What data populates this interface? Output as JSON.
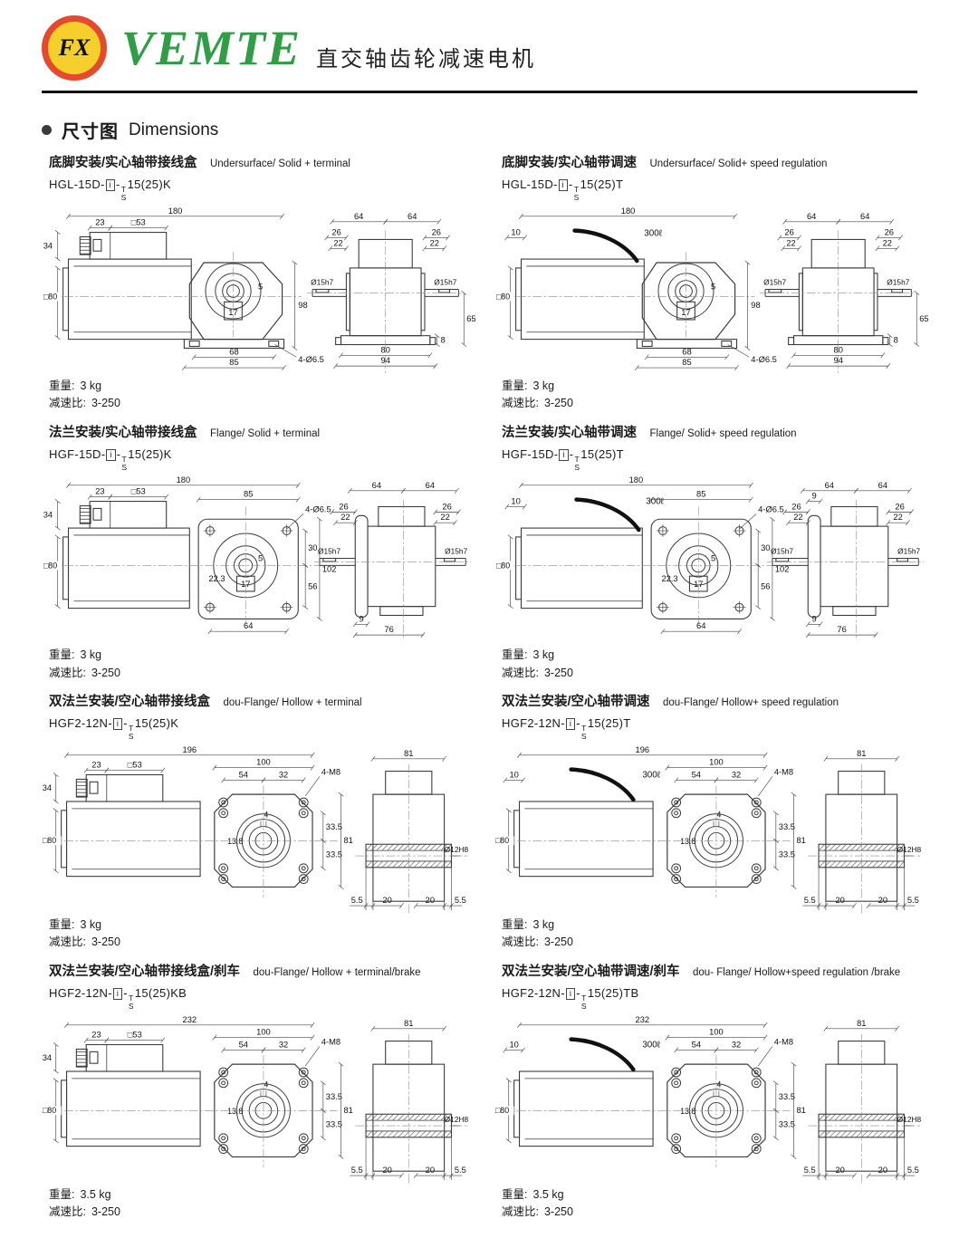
{
  "header": {
    "brand": "VEMTE",
    "subtitle": "直交轴齿轮减速电机",
    "logo_text": "FX"
  },
  "page_title": {
    "zh": "尺寸图",
    "en": "Dimensions"
  },
  "labels": {
    "weight": "重量:",
    "ratio": "减速比:"
  },
  "sections": [
    {
      "title_zh": "底脚安装/实心轴带接线盒",
      "title_en": "Undersurface/ Solid + terminal",
      "model": {
        "prefix": "HGL-15D-",
        "box": "i",
        "dash": "-",
        "top": "T",
        "bottom": "S",
        "suffix": "15(25)K"
      },
      "weight": "3 kg",
      "ratio": "3-250",
      "drawing": {
        "front": {
          "type": "foot",
          "variant": "terminal",
          "labels": {
            "total": "180",
            "conn_w": "23",
            "box_w": "□53",
            "box_h": "34",
            "motor": "□80",
            "off5": "5",
            "height": "98",
            "bore": "17",
            "bolt": "68",
            "foot": "85",
            "holes": "4-Ø6.5"
          }
        },
        "side": {
          "type": "foot",
          "labels": {
            "l64a": "64",
            "l64b": "64",
            "l26": "26",
            "l22": "22",
            "r26": "26",
            "r22": "22",
            "shl": "Ø15h7",
            "shr": "Ø15h7",
            "v65": "65",
            "base": "8",
            "b80": "80",
            "b94": "94"
          }
        }
      }
    },
    {
      "title_zh": "底脚安装/实心轴带调速",
      "title_en": "Undersurface/ Solid+ speed regulation",
      "model": {
        "prefix": "HGL-15D-",
        "box": "i",
        "dash": "-",
        "top": "T",
        "bottom": "S",
        "suffix": "15(25)T"
      },
      "weight": "3 kg",
      "ratio": "3-250",
      "drawing": {
        "front": {
          "type": "foot",
          "variant": "cable",
          "labels": {
            "total": "180",
            "cab_off": "10",
            "cable": "300ℓ",
            "motor": "□80",
            "off5": "5",
            "height": "98",
            "bore": "17",
            "bolt": "68",
            "foot": "85",
            "holes": "4-Ø6.5"
          }
        },
        "side": {
          "type": "foot",
          "labels": {
            "l64a": "64",
            "l64b": "64",
            "l26": "26",
            "l22": "22",
            "r26": "26",
            "r22": "22",
            "shl": "Ø15h7",
            "shr": "Ø15h7",
            "v65": "65",
            "base": "8",
            "b80": "80",
            "b94": "94"
          }
        }
      }
    },
    {
      "title_zh": "法兰安装/实心轴带接线盒",
      "title_en": "Flange/ Solid + terminal",
      "model": {
        "prefix": "HGF-15D-",
        "box": "i",
        "dash": "-",
        "top": "T",
        "bottom": "S",
        "suffix": "15(25)K"
      },
      "weight": "3 kg",
      "ratio": "3-250",
      "drawing": {
        "front": {
          "type": "flange",
          "variant": "terminal",
          "labels": {
            "total": "180",
            "conn_w": "23",
            "box_w": "□53",
            "box_h": "34",
            "fl_w": "85",
            "holes": "4-Ø6.5",
            "v30": "30",
            "off5": "5",
            "off223": "22.3",
            "motor": "□80",
            "height": "102",
            "v56": "56",
            "bore": "17",
            "bolt": "64"
          }
        },
        "side": {
          "type": "flange",
          "labels": {
            "l64a": "64",
            "l64b": "64",
            "l26": "26",
            "l22": "22",
            "r26": "26",
            "r22": "22",
            "shl": "Ø15h7",
            "shr": "Ø15h7",
            "b9": "9",
            "b76": "76"
          }
        }
      }
    },
    {
      "title_zh": "法兰安装/实心轴带调速",
      "title_en": "Flange/ Solid+ speed regulation",
      "model": {
        "prefix": "HGF-15D-",
        "box": "i",
        "dash": "-",
        "top": "T",
        "bottom": "S",
        "suffix": "15(25)T"
      },
      "weight": "3 kg",
      "ratio": "3-250",
      "drawing": {
        "front": {
          "type": "flange",
          "variant": "cable",
          "labels": {
            "total": "180",
            "cab_off": "10",
            "cable": "300ℓ",
            "fl_w": "85",
            "holes": "4-Ø6.5",
            "v30": "30",
            "off5": "5",
            "off223": "22.3",
            "motor": "□80",
            "height": "102",
            "v56": "56",
            "bore": "17",
            "bolt": "64"
          }
        },
        "side": {
          "type": "flange",
          "labels": {
            "l64a": "64",
            "l64b": "64",
            "t9": "9",
            "l26": "26",
            "l22": "22",
            "r26": "26",
            "r22": "22",
            "shl": "Ø15h7",
            "shr": "Ø15h7",
            "b9": "9",
            "b76": "76"
          }
        }
      }
    },
    {
      "title_zh": "双法兰安装/空心轴带接线盒",
      "title_en": "dou-Flange/ Hollow + terminal",
      "model": {
        "prefix": "HGF2-12N-",
        "box": "i",
        "dash": "-",
        "top": "T",
        "bottom": "S",
        "suffix": "15(25)K"
      },
      "weight": "3 kg",
      "ratio": "3-250",
      "drawing": {
        "front": {
          "type": "dflange",
          "variant": "terminal",
          "labels": {
            "total": "196",
            "conn_w": "23",
            "box_w": "□53",
            "box_h": "34",
            "fl_w": "100",
            "d54": "54",
            "d32": "32",
            "holes": "4-M8",
            "key4": "4",
            "bore138": "13.8",
            "v335a": "33.5",
            "v335b": "33.5",
            "v81": "81",
            "motor": "□80"
          }
        },
        "side": {
          "type": "dflange",
          "labels": {
            "t81": "81",
            "bore": "Ø12H8",
            "b55a": "5.5",
            "b20a": "20",
            "b20b": "20",
            "b55b": "5.5"
          }
        }
      }
    },
    {
      "title_zh": "双法兰安装/空心轴带调速",
      "title_en": "dou-Flange/ Hollow+ speed regulation",
      "model": {
        "prefix": "HGF2-12N-",
        "box": "i",
        "dash": "-",
        "top": "T",
        "bottom": "S",
        "suffix": "15(25)T"
      },
      "weight": "3 kg",
      "ratio": "3-250",
      "drawing": {
        "front": {
          "type": "dflange",
          "variant": "cable",
          "labels": {
            "total": "196",
            "cab_off": "10",
            "cable": "300ℓ",
            "fl_w": "100",
            "d54": "54",
            "d32": "32",
            "holes": "4-M8",
            "key4": "4",
            "bore138": "13.8",
            "v335a": "33.5",
            "v335b": "33.5",
            "v81": "81",
            "motor": "□80"
          }
        },
        "side": {
          "type": "dflange",
          "labels": {
            "t81": "81",
            "bore": "Ø12H8",
            "b55a": "5.5",
            "b20a": "20",
            "b20b": "20",
            "b55b": "5.5"
          }
        }
      }
    },
    {
      "title_zh": "双法兰安装/空心轴带接线盒/刹车",
      "title_en": "dou-Flange/ Hollow + terminal/brake",
      "model": {
        "prefix": "HGF2-12N-",
        "box": "i",
        "dash": "-",
        "top": "T",
        "bottom": "S",
        "suffix": "15(25)KB"
      },
      "weight": "3.5 kg",
      "ratio": "3-250",
      "drawing": {
        "front": {
          "type": "dflange",
          "variant": "terminal",
          "labels": {
            "total": "232",
            "conn_w": "23",
            "box_w": "□53",
            "box_h": "34",
            "fl_w": "100",
            "d54": "54",
            "d32": "32",
            "holes": "4-M8",
            "key4": "4",
            "bore138": "13.8",
            "v335a": "33.5",
            "v335b": "33.5",
            "v81": "81",
            "motor": "□80"
          }
        },
        "side": {
          "type": "dflange",
          "labels": {
            "t81": "81",
            "bore": "Ø12H8",
            "b55a": "5.5",
            "b20a": "20",
            "b20b": "20",
            "b55b": "5.5"
          }
        }
      }
    },
    {
      "title_zh": "双法兰安装/空心轴带调速/刹车",
      "title_en": "dou- Flange/ Hollow+speed regulation /brake",
      "model": {
        "prefix": "HGF2-12N-",
        "box": "i",
        "dash": "-",
        "top": "T",
        "bottom": "S",
        "suffix": "15(25)TB"
      },
      "weight": "3.5 kg",
      "ratio": "3-250",
      "drawing": {
        "front": {
          "type": "dflange",
          "variant": "cable",
          "labels": {
            "total": "232",
            "cab_off": "10",
            "cable": "300ℓ",
            "fl_w": "100",
            "d54": "54",
            "d32": "32",
            "holes": "4-M8",
            "key4": "4",
            "bore138": "13.8",
            "v335a": "33.5",
            "v335b": "33.5",
            "v81": "81",
            "motor": "□80"
          }
        },
        "side": {
          "type": "dflange",
          "labels": {
            "t81": "81",
            "bore": "Ø12H8",
            "b55a": "5.5",
            "b20a": "20",
            "b20b": "20",
            "b55b": "5.5"
          }
        }
      }
    }
  ]
}
